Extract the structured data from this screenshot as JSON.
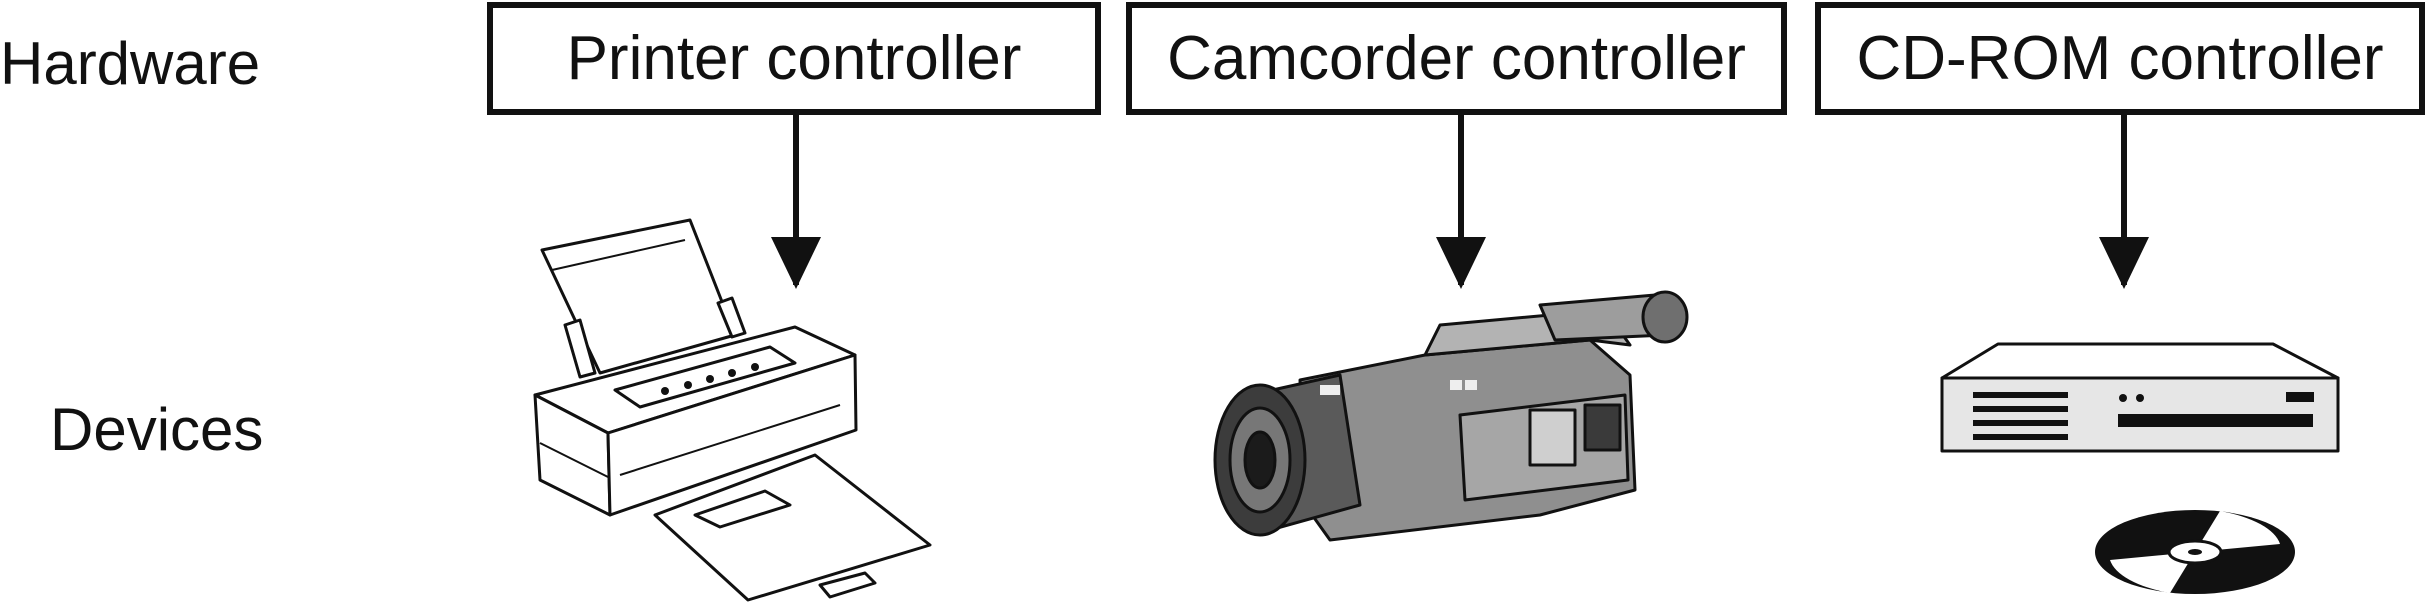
{
  "row_labels": {
    "hardware": "Hardware",
    "devices": "Devices"
  },
  "controllers": [
    {
      "label": "Printer controller",
      "device": "printer-icon"
    },
    {
      "label": "Camcorder controller",
      "device": "camcorder-icon"
    },
    {
      "label": "CD-ROM controller",
      "device": "cdrom-drive-icon"
    }
  ],
  "extra_icons": [
    "disc-icon"
  ]
}
